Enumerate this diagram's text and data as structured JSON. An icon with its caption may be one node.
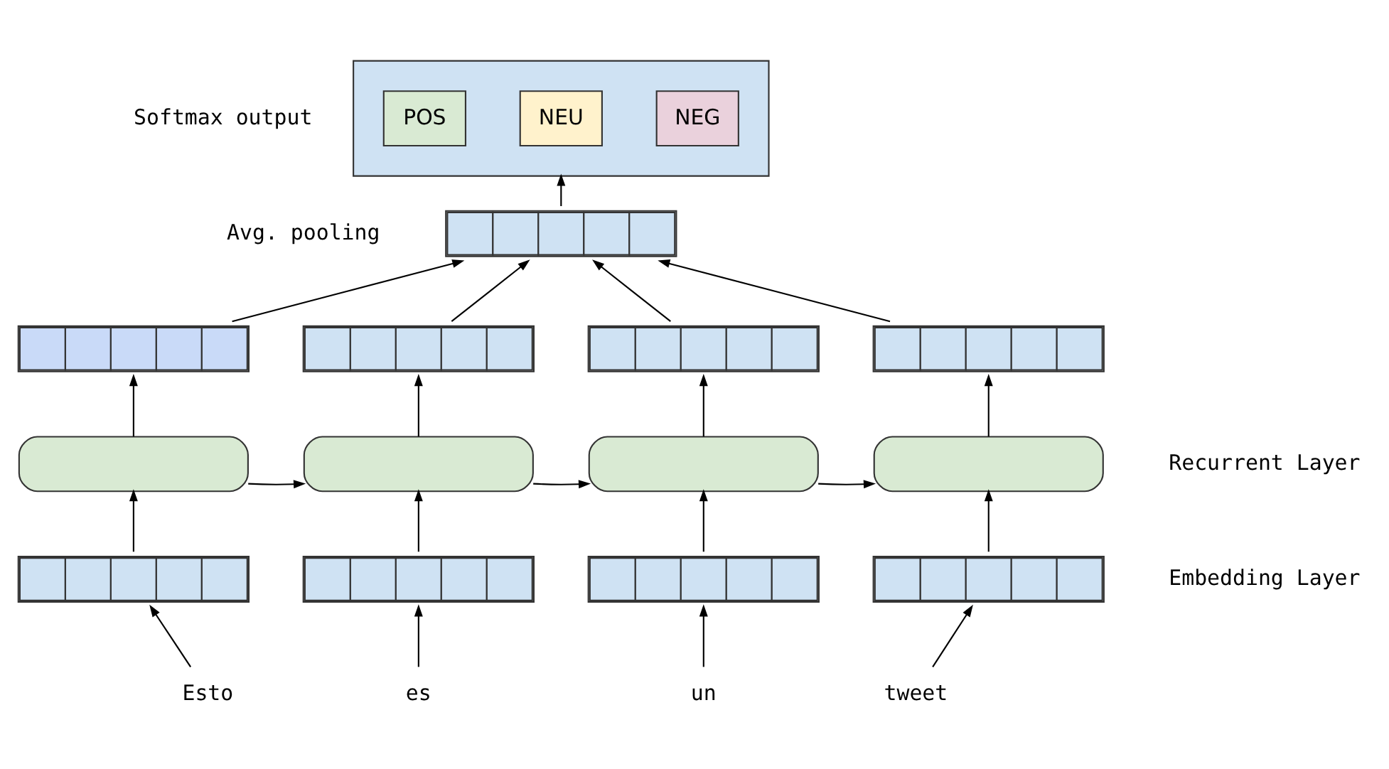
{
  "diagram": {
    "nodes": [
      {
        "text": [],
        "shape": "box"
      },
      {
        "text": [
          "POS"
        ],
        "in": 0
      },
      {
        "text": [
          "NEU"
        ],
        "in": 0
      },
      {
        "text": [
          "NEG"
        ],
        "in": 0
      },
      {
        "text": [],
        "shape": "bar"
      },
      {
        "text": [],
        "shape": "bar"
      },
      {
        "text": [],
        "shape": "bar"
      },
      {
        "text": [],
        "shape": "bar"
      },
      {
        "text": [],
        "shape": "bar"
      },
      {
        "text": [],
        "shape": "box"
      },
      {
        "text": [],
        "shape": "box"
      },
      {
        "text": [],
        "shape": "box"
      },
      {
        "text": [],
        "shape": "box"
      },
      {
        "text": [],
        "shape": "bar"
      },
      {
        "text": [],
        "shape": "bar"
      },
      {
        "text": [],
        "shape": "bar"
      },
      {
        "text": [],
        "shape": "bar"
      },
      {
        "text": [
          "Esto"
        ]
      },
      {
        "text": [
          "es"
        ]
      },
      {
        "text": [
          "un"
        ]
      },
      {
        "text": [
          "tweet"
        ]
      }
    ],
    "edges": [
      {
        "from": 4,
        "to": 0,
        "arrow": "to"
      },
      {
        "from": 5,
        "to": 4,
        "arrow": "to"
      },
      {
        "from": 6,
        "to": 4,
        "arrow": "to"
      },
      {
        "from": 7,
        "to": 4,
        "arrow": "to"
      },
      {
        "from": 8,
        "to": 4,
        "arrow": "to"
      },
      {
        "from": 9,
        "to": 5,
        "arrow": "to"
      },
      {
        "from": 10,
        "to": 6,
        "arrow": "to"
      },
      {
        "from": 11,
        "to": 7,
        "arrow": "to"
      },
      {
        "from": 12,
        "to": 8,
        "arrow": "to"
      },
      {
        "from": 9,
        "to": 10,
        "arrow": "to"
      },
      {
        "from": 10,
        "to": 11,
        "arrow": "to"
      },
      {
        "from": 11,
        "to": 12,
        "arrow": "to"
      },
      {
        "from": 13,
        "to": 9,
        "arrow": "to"
      },
      {
        "from": 14,
        "to": 10,
        "arrow": "to"
      },
      {
        "from": 15,
        "to": 11,
        "arrow": "to"
      },
      {
        "from": 16,
        "to": 12,
        "arrow": "to"
      },
      {
        "from": 17,
        "to": 13,
        "arrow": "to"
      },
      {
        "from": 18,
        "to": 14,
        "arrow": "to"
      },
      {
        "from": 19,
        "to": 15,
        "arrow": "to"
      },
      {
        "from": 20,
        "to": 16,
        "arrow": "to"
      }
    ],
    "labels": [
      "Softmax output",
      "Avg. pooling",
      "Recurrent Layer",
      "Embedding Layer"
    ]
  }
}
